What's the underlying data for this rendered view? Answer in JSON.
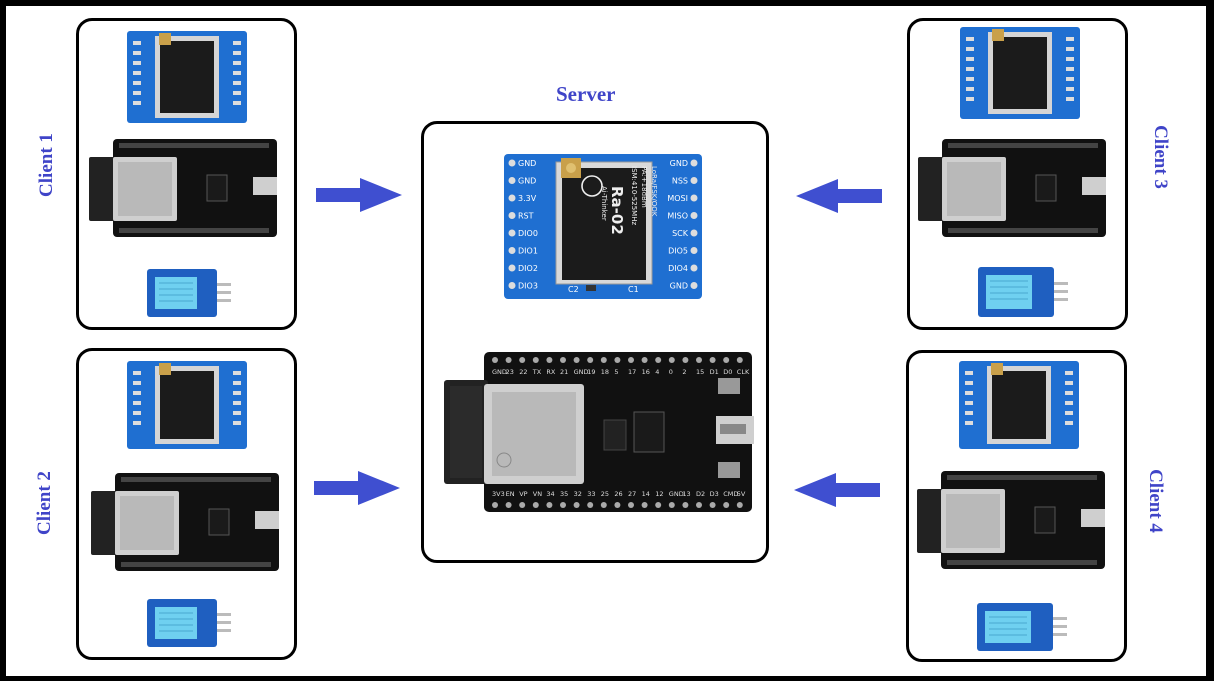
{
  "title": "Server",
  "clients": [
    {
      "label": "Client 1"
    },
    {
      "label": "Client 2"
    },
    {
      "label": "Client 3"
    },
    {
      "label": "Client 4"
    }
  ],
  "colors": {
    "label": "#3f44c8",
    "arrow": "#3f4fd0",
    "lora_board": "#1f6fd1",
    "esp_board": "#111111",
    "sensor_board": "#1f5fc0",
    "sensor_face": "#6fd0f0"
  },
  "server": {
    "lora_module": {
      "chip_text": [
        "Ra-02",
        "Ai-Thinker",
        "ISM:410-525MHz",
        "PA:+18dBm",
        "LoRa/FSK/OOK"
      ],
      "left_pins": [
        "GND",
        "GND",
        "3.3V",
        "RST",
        "DIO0",
        "DIO1",
        "DIO2",
        "DIO3"
      ],
      "right_pins": [
        "GND",
        "NSS",
        "MOSI",
        "MISO",
        "SCK",
        "DIO5",
        "DIO4",
        "GND"
      ],
      "bottom_text": [
        "C2",
        "C1"
      ]
    },
    "esp32_board": {
      "top_pins": [
        "GND",
        "23",
        "22",
        "TX",
        "RX",
        "21",
        "GND",
        "19",
        "18",
        "5",
        "17",
        "16",
        "4",
        "0",
        "2",
        "15",
        "D1",
        "D0",
        "CLK"
      ],
      "bottom_pins": [
        "3V3",
        "EN",
        "VP",
        "VN",
        "34",
        "35",
        "32",
        "33",
        "25",
        "26",
        "27",
        "14",
        "12",
        "GND",
        "13",
        "D2",
        "D3",
        "CMD",
        "5V"
      ]
    }
  },
  "icons": [
    "lora-module-icon",
    "esp32-board-icon",
    "dht11-sensor-icon",
    "arrow-right-icon",
    "arrow-left-icon"
  ]
}
